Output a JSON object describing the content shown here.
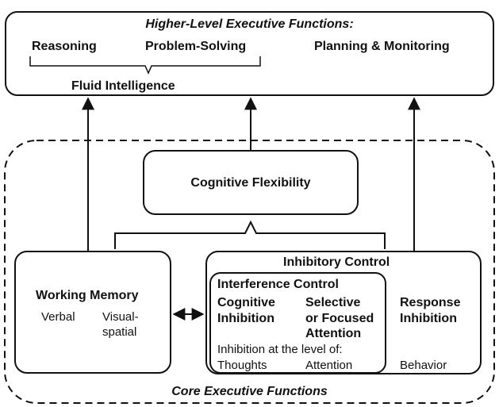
{
  "higher": {
    "title": "Higher-Level Executive Functions:",
    "reasoning": "Reasoning",
    "problem_solving": "Problem-Solving",
    "planning": "Planning & Monitoring",
    "fluid": "Fluid Intelligence"
  },
  "flexibility": "Cognitive Flexibility",
  "working_memory": {
    "title": "Working Memory",
    "verbal": "Verbal",
    "visual_line1": "Visual-",
    "visual_line2": "spatial"
  },
  "inhibitory": {
    "title": "Inhibitory Control",
    "interference": "Interference Control",
    "cog_line1": "Cognitive",
    "cog_line2": "Inhibition",
    "sel_line1": "Selective",
    "sel_line2": "or Focused",
    "sel_line3": "Attention",
    "resp_line1": "Response",
    "resp_line2": "Inhibition",
    "level": "Inhibition at the level of:",
    "thoughts": "Thoughts",
    "attention": "Attention",
    "behavior": "Behavior"
  },
  "core_title": "Core Executive Functions",
  "colors": {
    "stroke": "#111111",
    "background": "#ffffff"
  }
}
